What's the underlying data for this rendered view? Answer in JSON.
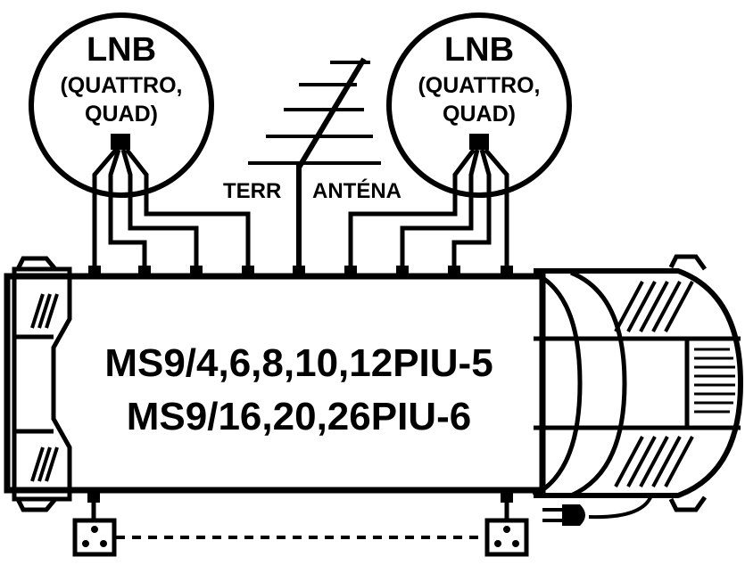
{
  "lnb_left": {
    "title": "LNB",
    "line2": "(QUATTRO,",
    "line3": "QUAD)"
  },
  "lnb_right": {
    "title": "LNB",
    "line2": "(QUATTRO,",
    "line3": "QUAD)"
  },
  "antenna": {
    "label_left": "TERR",
    "label_right": "ANTÉNA"
  },
  "multiswitch": {
    "model_line1": "MS9/4,6,8,10,12PIU-5",
    "model_line2": "MS9/16,20,26PIU-6"
  },
  "colors": {
    "ink": "#000000",
    "background": "#ffffff"
  }
}
